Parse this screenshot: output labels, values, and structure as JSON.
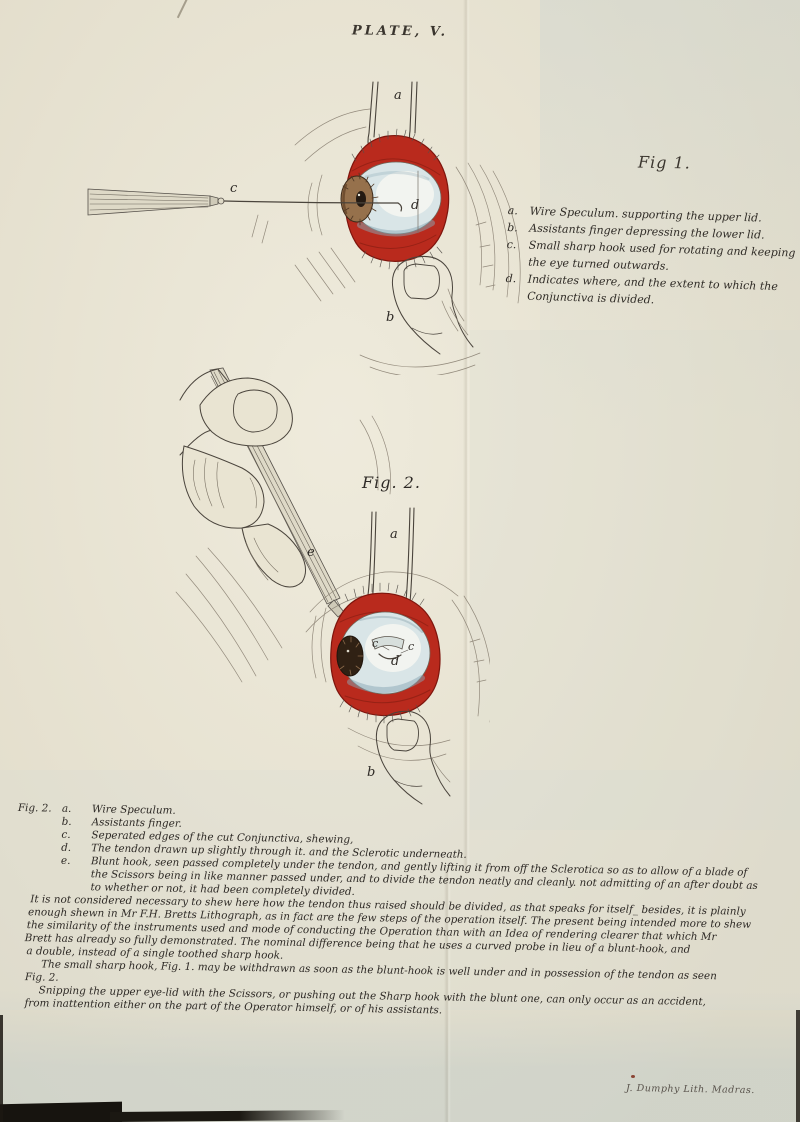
{
  "plate": {
    "title": "PLATE, V.",
    "imprint": "J. Dumphy Lith. Madras.",
    "colors": {
      "paper": "#e9e4d2",
      "eyelid_red": "#b92a1d",
      "sclera_blue": "#d8e4e6",
      "iris_brown": "#96714c",
      "ink": "#4a443c"
    }
  },
  "fig1": {
    "label": "Fig 1.",
    "callouts": {
      "a": "a",
      "b": "b",
      "c": "c",
      "d": "d"
    },
    "legend": [
      {
        "key": "a.",
        "text": "Wire Speculum. supporting the upper lid."
      },
      {
        "key": "b.",
        "text": "Assistants finger depressing the lower lid."
      },
      {
        "key": "c.",
        "text": "Small sharp hook used for rotating and keeping"
      },
      {
        "key": "",
        "text": "the eye turned outwards."
      },
      {
        "key": "d.",
        "text": "Indicates where, and the extent to which the"
      },
      {
        "key": "",
        "text": "Conjunctiva is divided."
      }
    ]
  },
  "fig2": {
    "label": "Fig. 2.",
    "legend_heading": "Fig. 2.",
    "callouts": {
      "a": "a",
      "b": "b",
      "c1": "c",
      "c2": "c",
      "d": "d",
      "e": "e"
    },
    "legend": [
      {
        "key": "a.",
        "text": "Wire Speculum."
      },
      {
        "key": "b.",
        "text": "Assistants finger."
      },
      {
        "key": "c.",
        "text": "Seperated edges of the cut Conjunctiva, shewing,"
      },
      {
        "key": "d.",
        "text": "The tendon drawn up slightly through it. and the Sclerotic underneath."
      },
      {
        "key": "e.",
        "text": "Blunt hook, seen passed completely under the tendon, and gently lifting it from off the Sclerotica so as to allow of a blade of"
      },
      {
        "key": "",
        "text": "the Scissors being in like manner passed under, and to divide the tendon neatly and cleanly. not admitting of an after doubt as"
      },
      {
        "key": "",
        "text": "to whether or not, it had been completely divided."
      }
    ],
    "body_lines": [
      "It is not considered necessary to shew here how the tendon thus raised should be divided, as that speaks for itself_ besides, it is plainly",
      "enough shewn in Mr F.H. Bretts Lithograph, as in fact are the few steps of the operation itself. The present being intended more to shew",
      "the similarity of the instruments used and mode of conducting the Operation than with an Idea of rendering clearer that which Mr",
      "Brett has already so fully demonstrated. The nominal difference being that he uses a curved probe in lieu of a blunt-hook, and",
      "a double, instead of a single toothed sharp hook.",
      "The small sharp hook, Fig. 1. may be withdrawn as soon as the blunt-hook is well under and in possession of the tendon as seen",
      "Fig. 2.",
      "Snipping the upper eye-lid with the Scissors, or pushing out the Sharp hook with the blunt one, can only occur as an accident,",
      "from inattention either on the part of the Operator himself, or of his assistants."
    ]
  }
}
